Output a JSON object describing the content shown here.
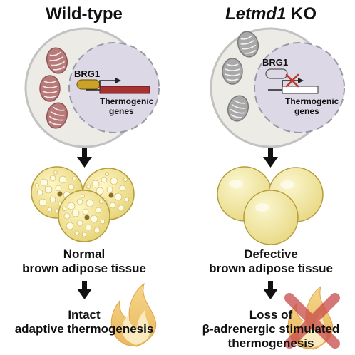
{
  "columns": [
    {
      "title": "Wild-type",
      "protein_label": "BRG1",
      "gene_label_line1": "Thermogenic",
      "gene_label_line2": "genes",
      "tissue_line1": "Normal",
      "tissue_line2": "brown adipose tissue",
      "outcome_lines": [
        "Intact",
        "adaptive thermogenesis"
      ]
    },
    {
      "title_italic": "Letmd1",
      "title_rest": " KO",
      "protein_label": "BRG1",
      "gene_label_line1": "Thermogenic",
      "gene_label_line2": "genes",
      "tissue_line1": "Defective",
      "tissue_line2": "brown adipose tissue",
      "outcome_lines": [
        "Loss of",
        "β-adrenergic stimulated",
        "thermogenesis"
      ]
    }
  ],
  "colors": {
    "mito_wildtype": "#b97a7a",
    "mito_ko": "#a9a9a9",
    "cell_fill": "#ecebe6",
    "nucleus_fill": "#dcd8e6",
    "brg1_fill": "#c9a227",
    "gene_bar_wildtype": "#a83232",
    "ko_x_mark": "#c0392b",
    "adipocyte_multilocular": "#e8dc8a",
    "adipocyte_unilocular": "#f0e7a0",
    "flame_outer": "#f1c976",
    "flame_inner": "#f8e4b0",
    "flame_cross": "#c84a4a"
  },
  "icons": [
    "mitochondrion-icon",
    "flame-icon",
    "cross-icon",
    "arrow-down-icon"
  ]
}
